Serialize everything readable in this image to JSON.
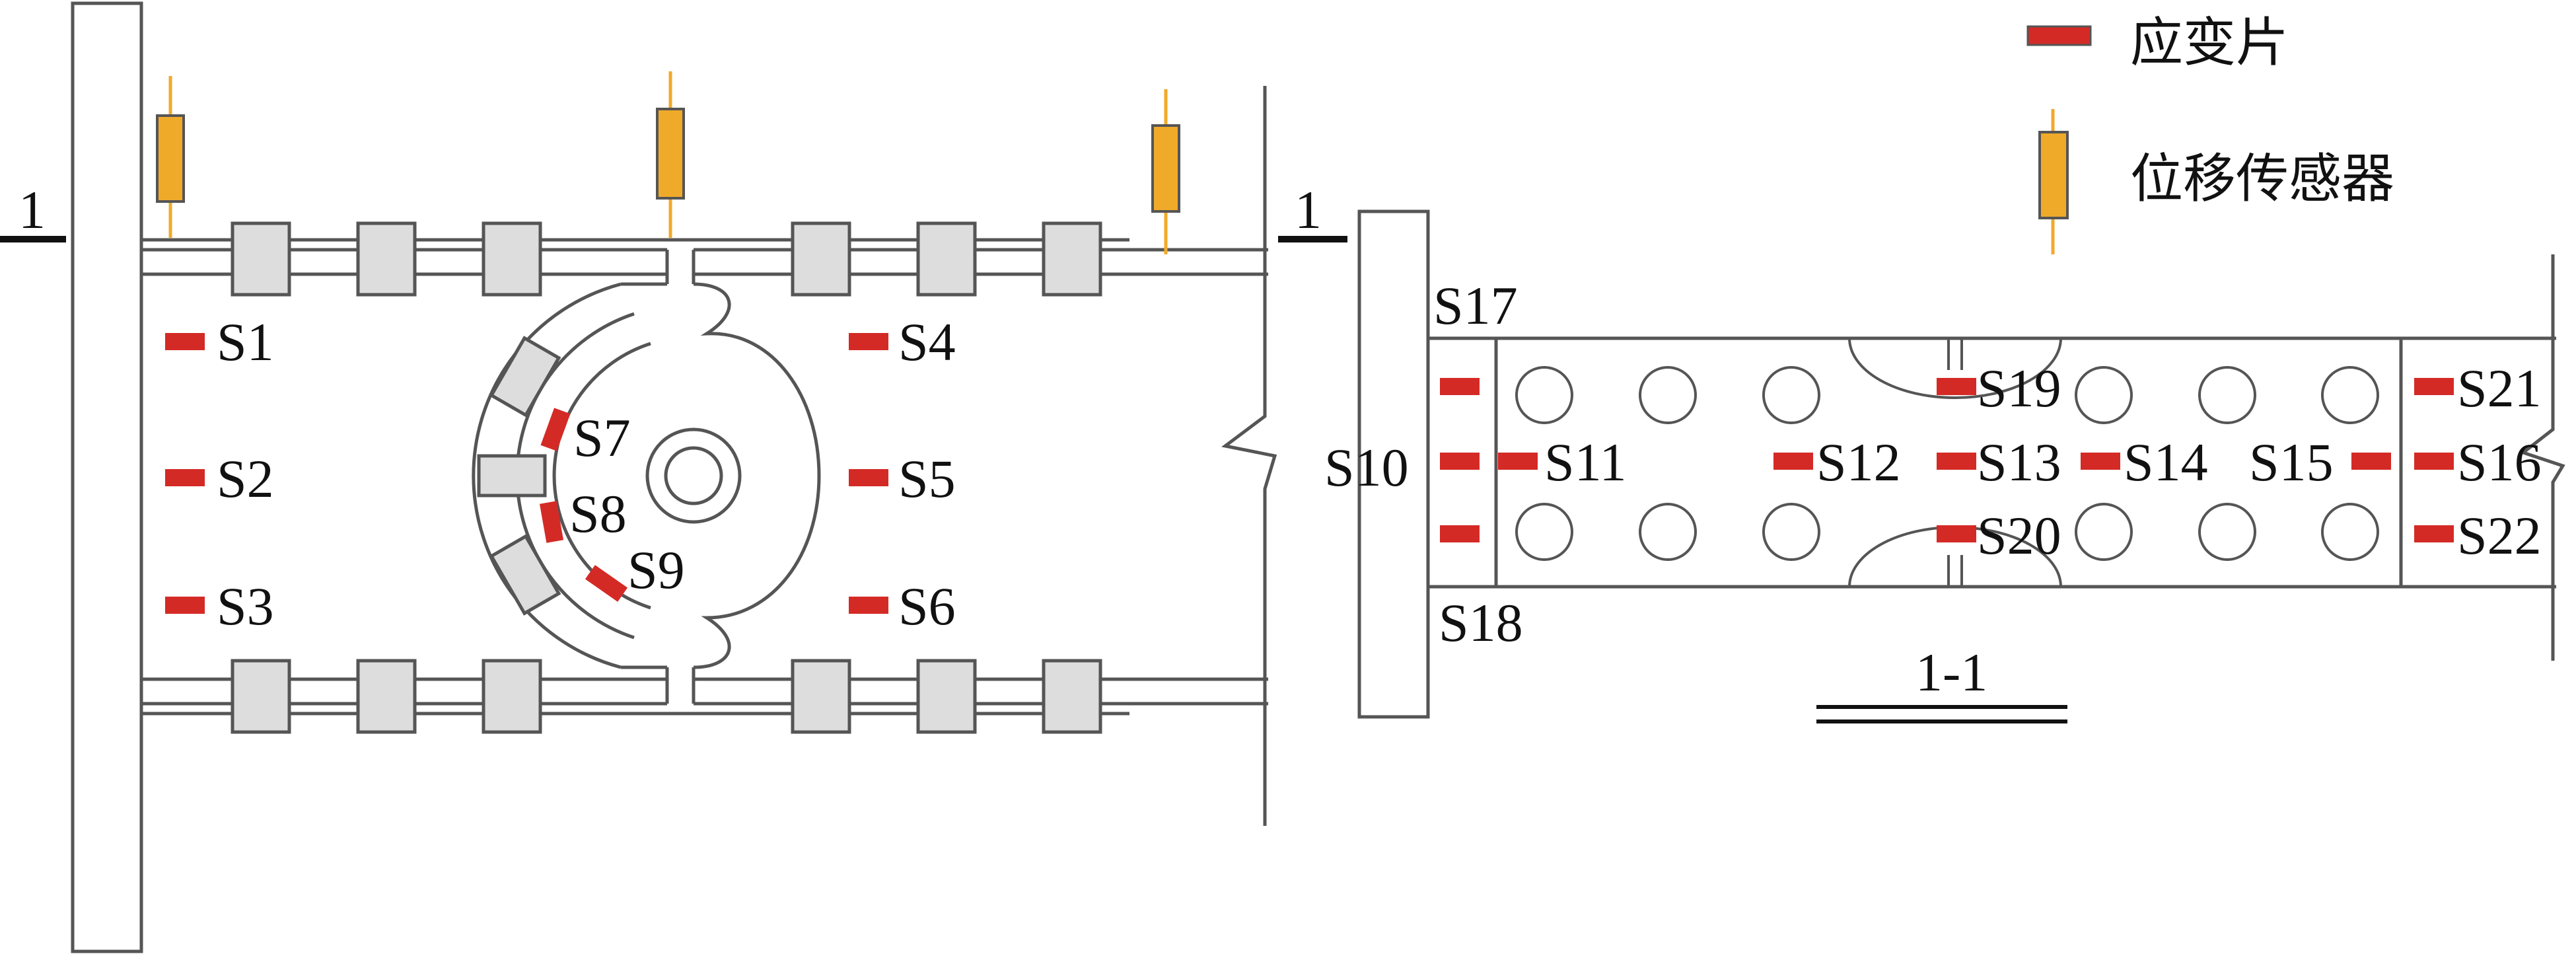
{
  "legend": {
    "strain_gauge_label": "应变片",
    "displacement_sensor_label": "位移传感器"
  },
  "colors": {
    "strain_gauge": "#d42a26",
    "displacement_sensor": "#f0aa2a",
    "sensor_rod": "#f0aa2a",
    "line": "#555555"
  },
  "section_marks": {
    "left": "1",
    "right": "1",
    "section_title": "1-1"
  },
  "gauges": {
    "S1": "S1",
    "S2": "S2",
    "S3": "S3",
    "S4": "S4",
    "S5": "S5",
    "S6": "S6",
    "S7": "S7",
    "S8": "S8",
    "S9": "S9",
    "S10": "S10",
    "S11": "S11",
    "S12": "S12",
    "S13": "S13",
    "S14": "S14",
    "S15": "S15",
    "S16": "S16",
    "S17": "S17",
    "S18": "S18",
    "S19": "S19",
    "S20": "S20",
    "S21": "S21",
    "S22": "S22"
  }
}
